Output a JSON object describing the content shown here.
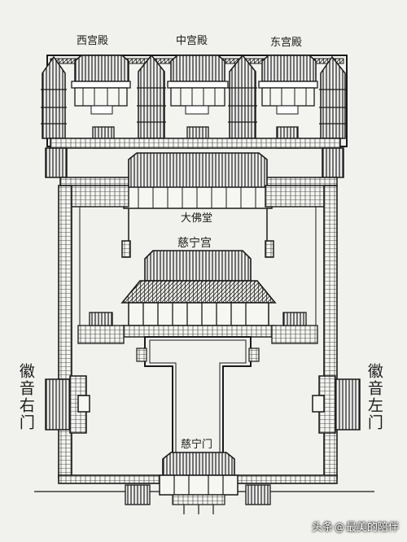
{
  "labels": {
    "west_hall": "西宫殿",
    "middle_hall": "中宫殿",
    "east_hall": "东宫殿",
    "buddha_hall": "大佛堂",
    "cining_palace": "慈宁宫",
    "huiyin_right_gate": "徽音右门",
    "huiyin_left_gate": "徽音左门",
    "cining_gate": "慈宁门"
  },
  "watermark": {
    "brand": "头条",
    "at": "@",
    "author": "最美的陪伴"
  },
  "colors": {
    "paper": "#f1f1ee",
    "ink": "#1a1a1a"
  }
}
